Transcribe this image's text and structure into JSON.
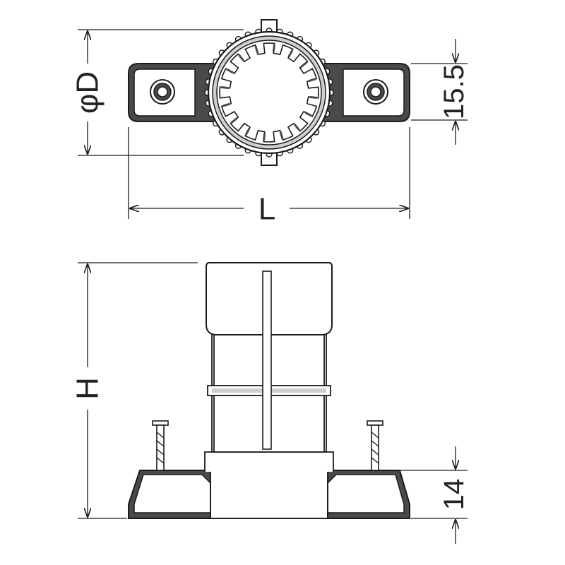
{
  "labels": {
    "diameter": "φD",
    "length": "L",
    "height": "H",
    "flange_width": "15.5",
    "base_height": "14"
  },
  "colors": {
    "line": "#1a1a1a",
    "fill_dark": "#4a4a4a",
    "fill_mid": "#cfcfcf",
    "fill_light": "#ffffff",
    "background": "#ffffff"
  }
}
